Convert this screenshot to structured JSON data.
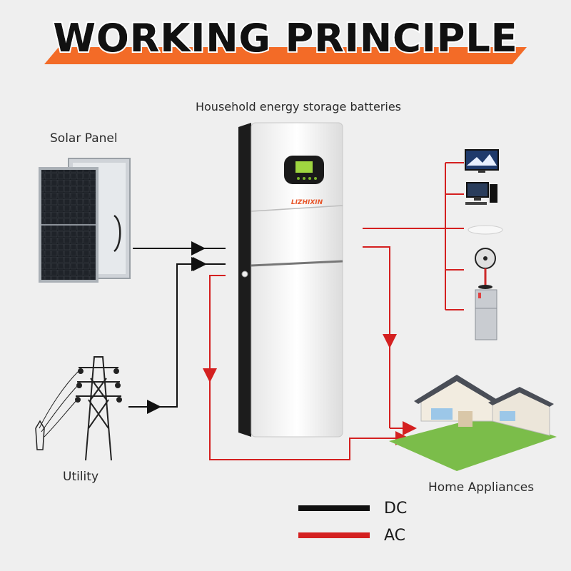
{
  "header": {
    "title": "WORKING PRINCIPLE"
  },
  "labels": {
    "battery": "Household energy storage batteries",
    "solar": "Solar Panel",
    "utility": "Utility",
    "home": "Home Appliances"
  },
  "battery": {
    "brand": "LIZHIXIN"
  },
  "legend": {
    "dc": "DC",
    "ac": "AC"
  },
  "colors": {
    "dc": "#111111",
    "ac": "#d42020",
    "accent": "#f36b27"
  },
  "appliances": [
    "tv-icon",
    "computer-icon",
    "ceiling-light-icon",
    "fan-icon",
    "refrigerator-icon"
  ]
}
